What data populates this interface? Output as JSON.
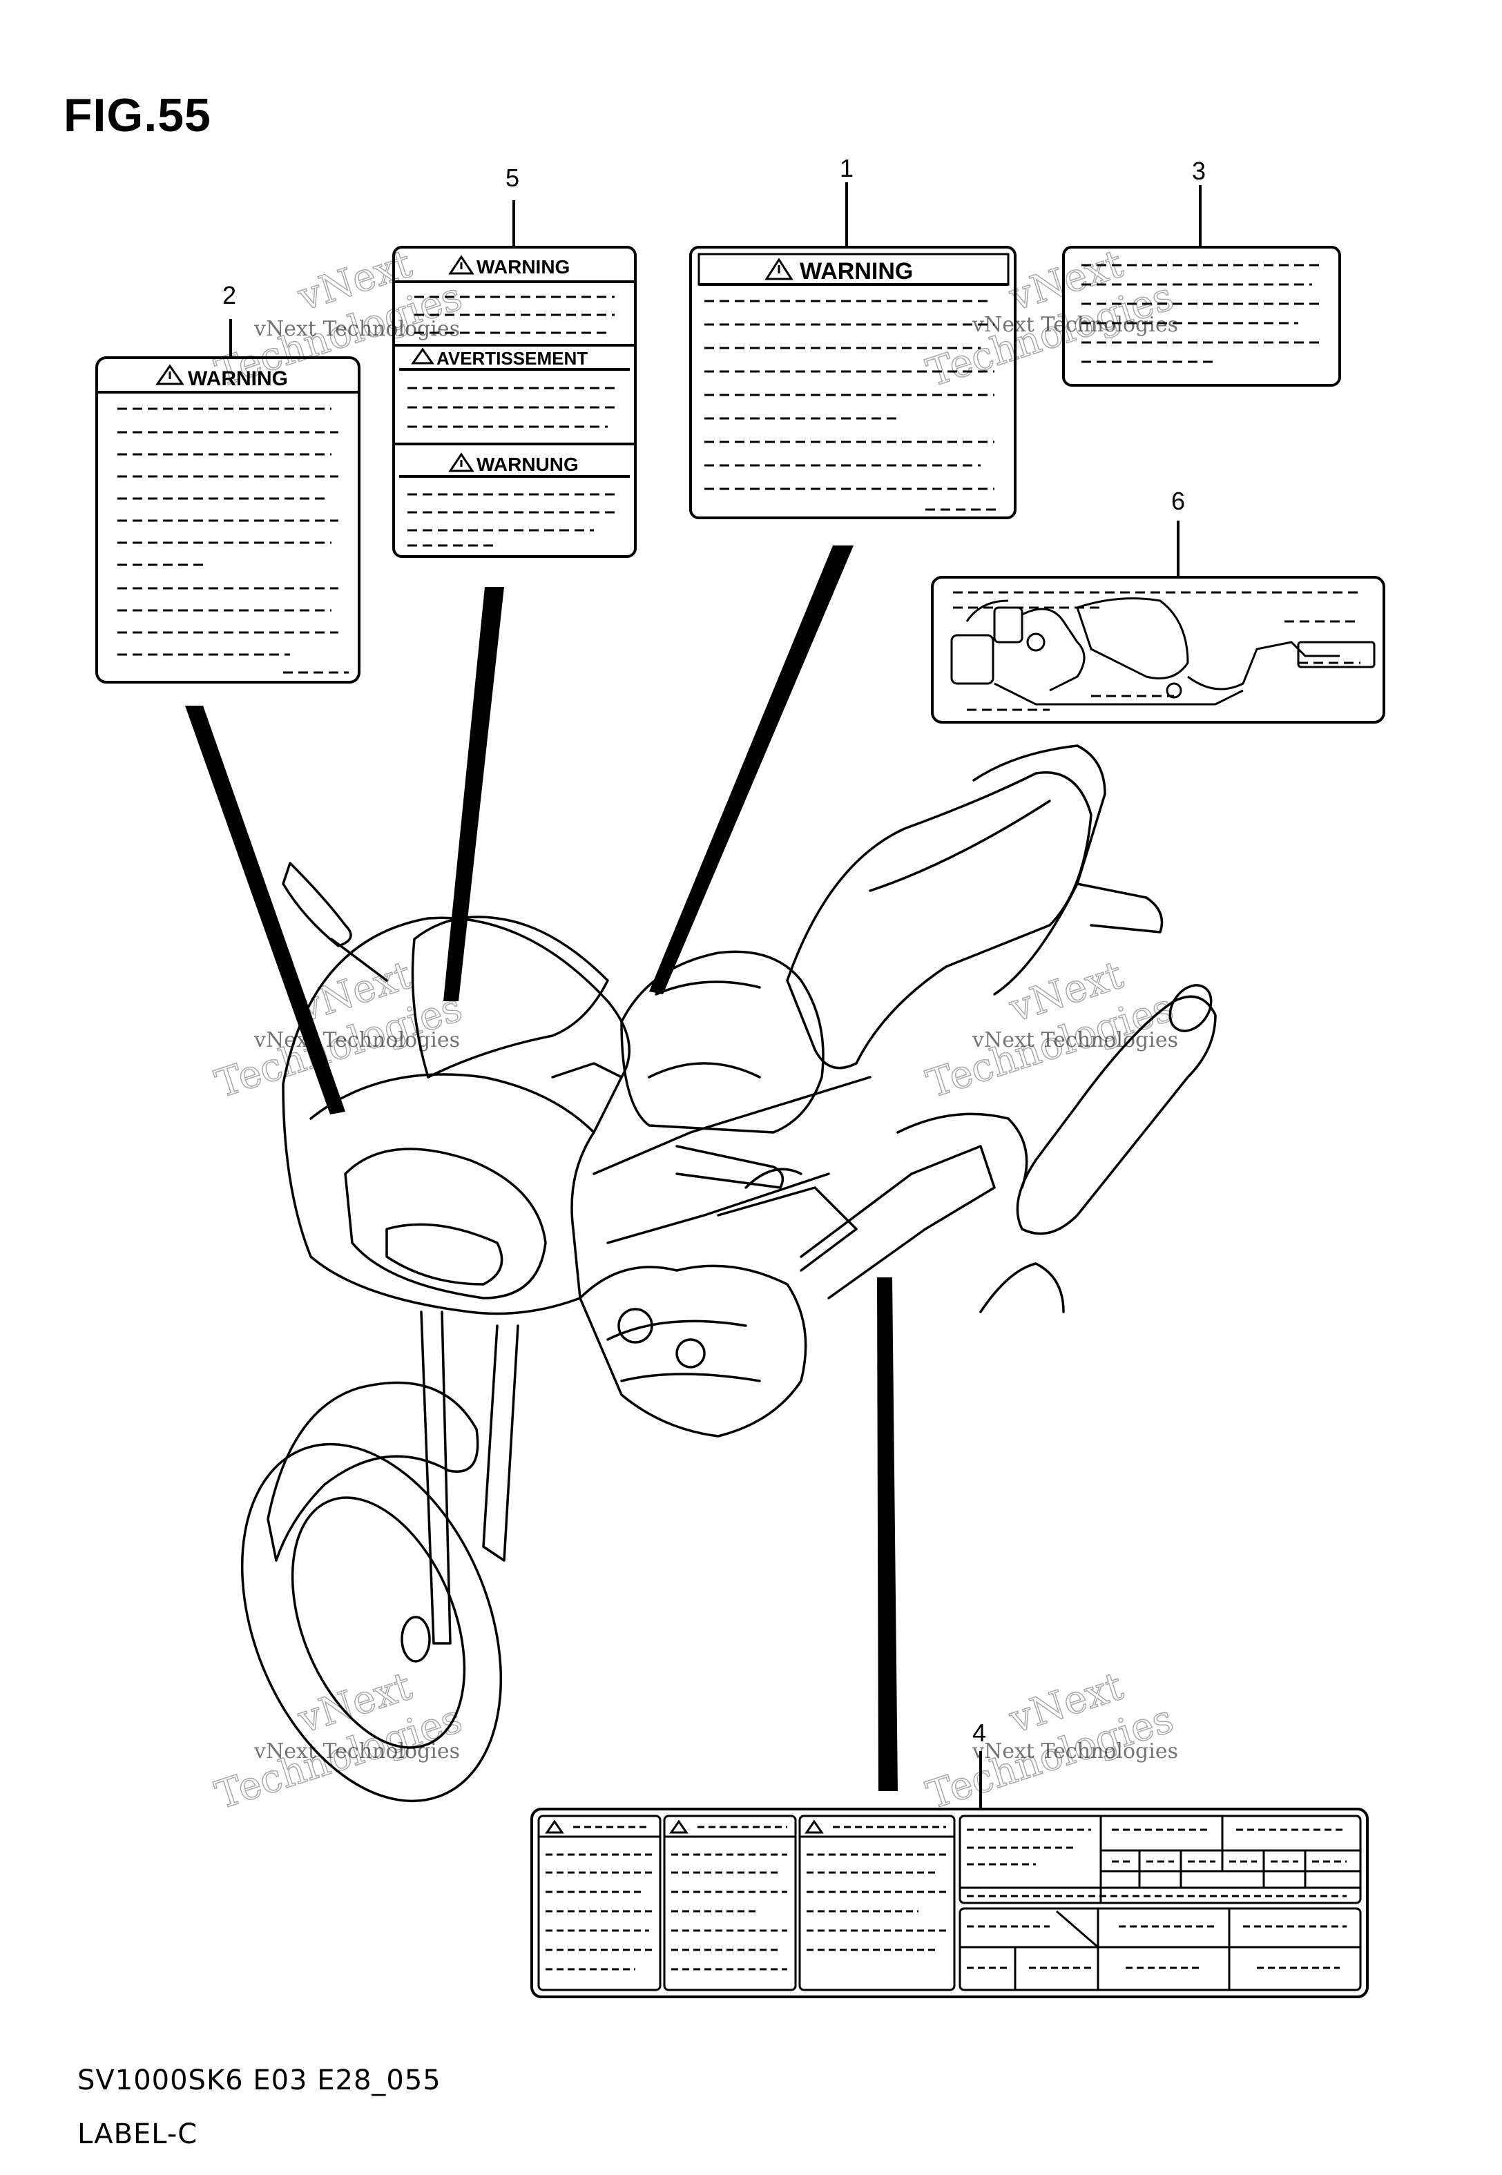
{
  "figure": {
    "title": "FIG.55"
  },
  "callouts": [
    {
      "id": "1",
      "label": "1"
    },
    {
      "id": "2",
      "label": "2"
    },
    {
      "id": "3",
      "label": "3"
    },
    {
      "id": "4",
      "label": "4"
    },
    {
      "id": "5",
      "label": "5"
    },
    {
      "id": "6",
      "label": "6"
    }
  ],
  "labels": {
    "warning": "WARNING",
    "avertissement": "AVERTISSEMENT",
    "warnung": "WARNUNG"
  },
  "watermark": {
    "line1": "vNext Technologies",
    "line2": "vNext",
    "line3": "Technologies"
  },
  "footer": {
    "code": "SV1000SK6 E03 E28_055",
    "name": "LABEL-C"
  }
}
